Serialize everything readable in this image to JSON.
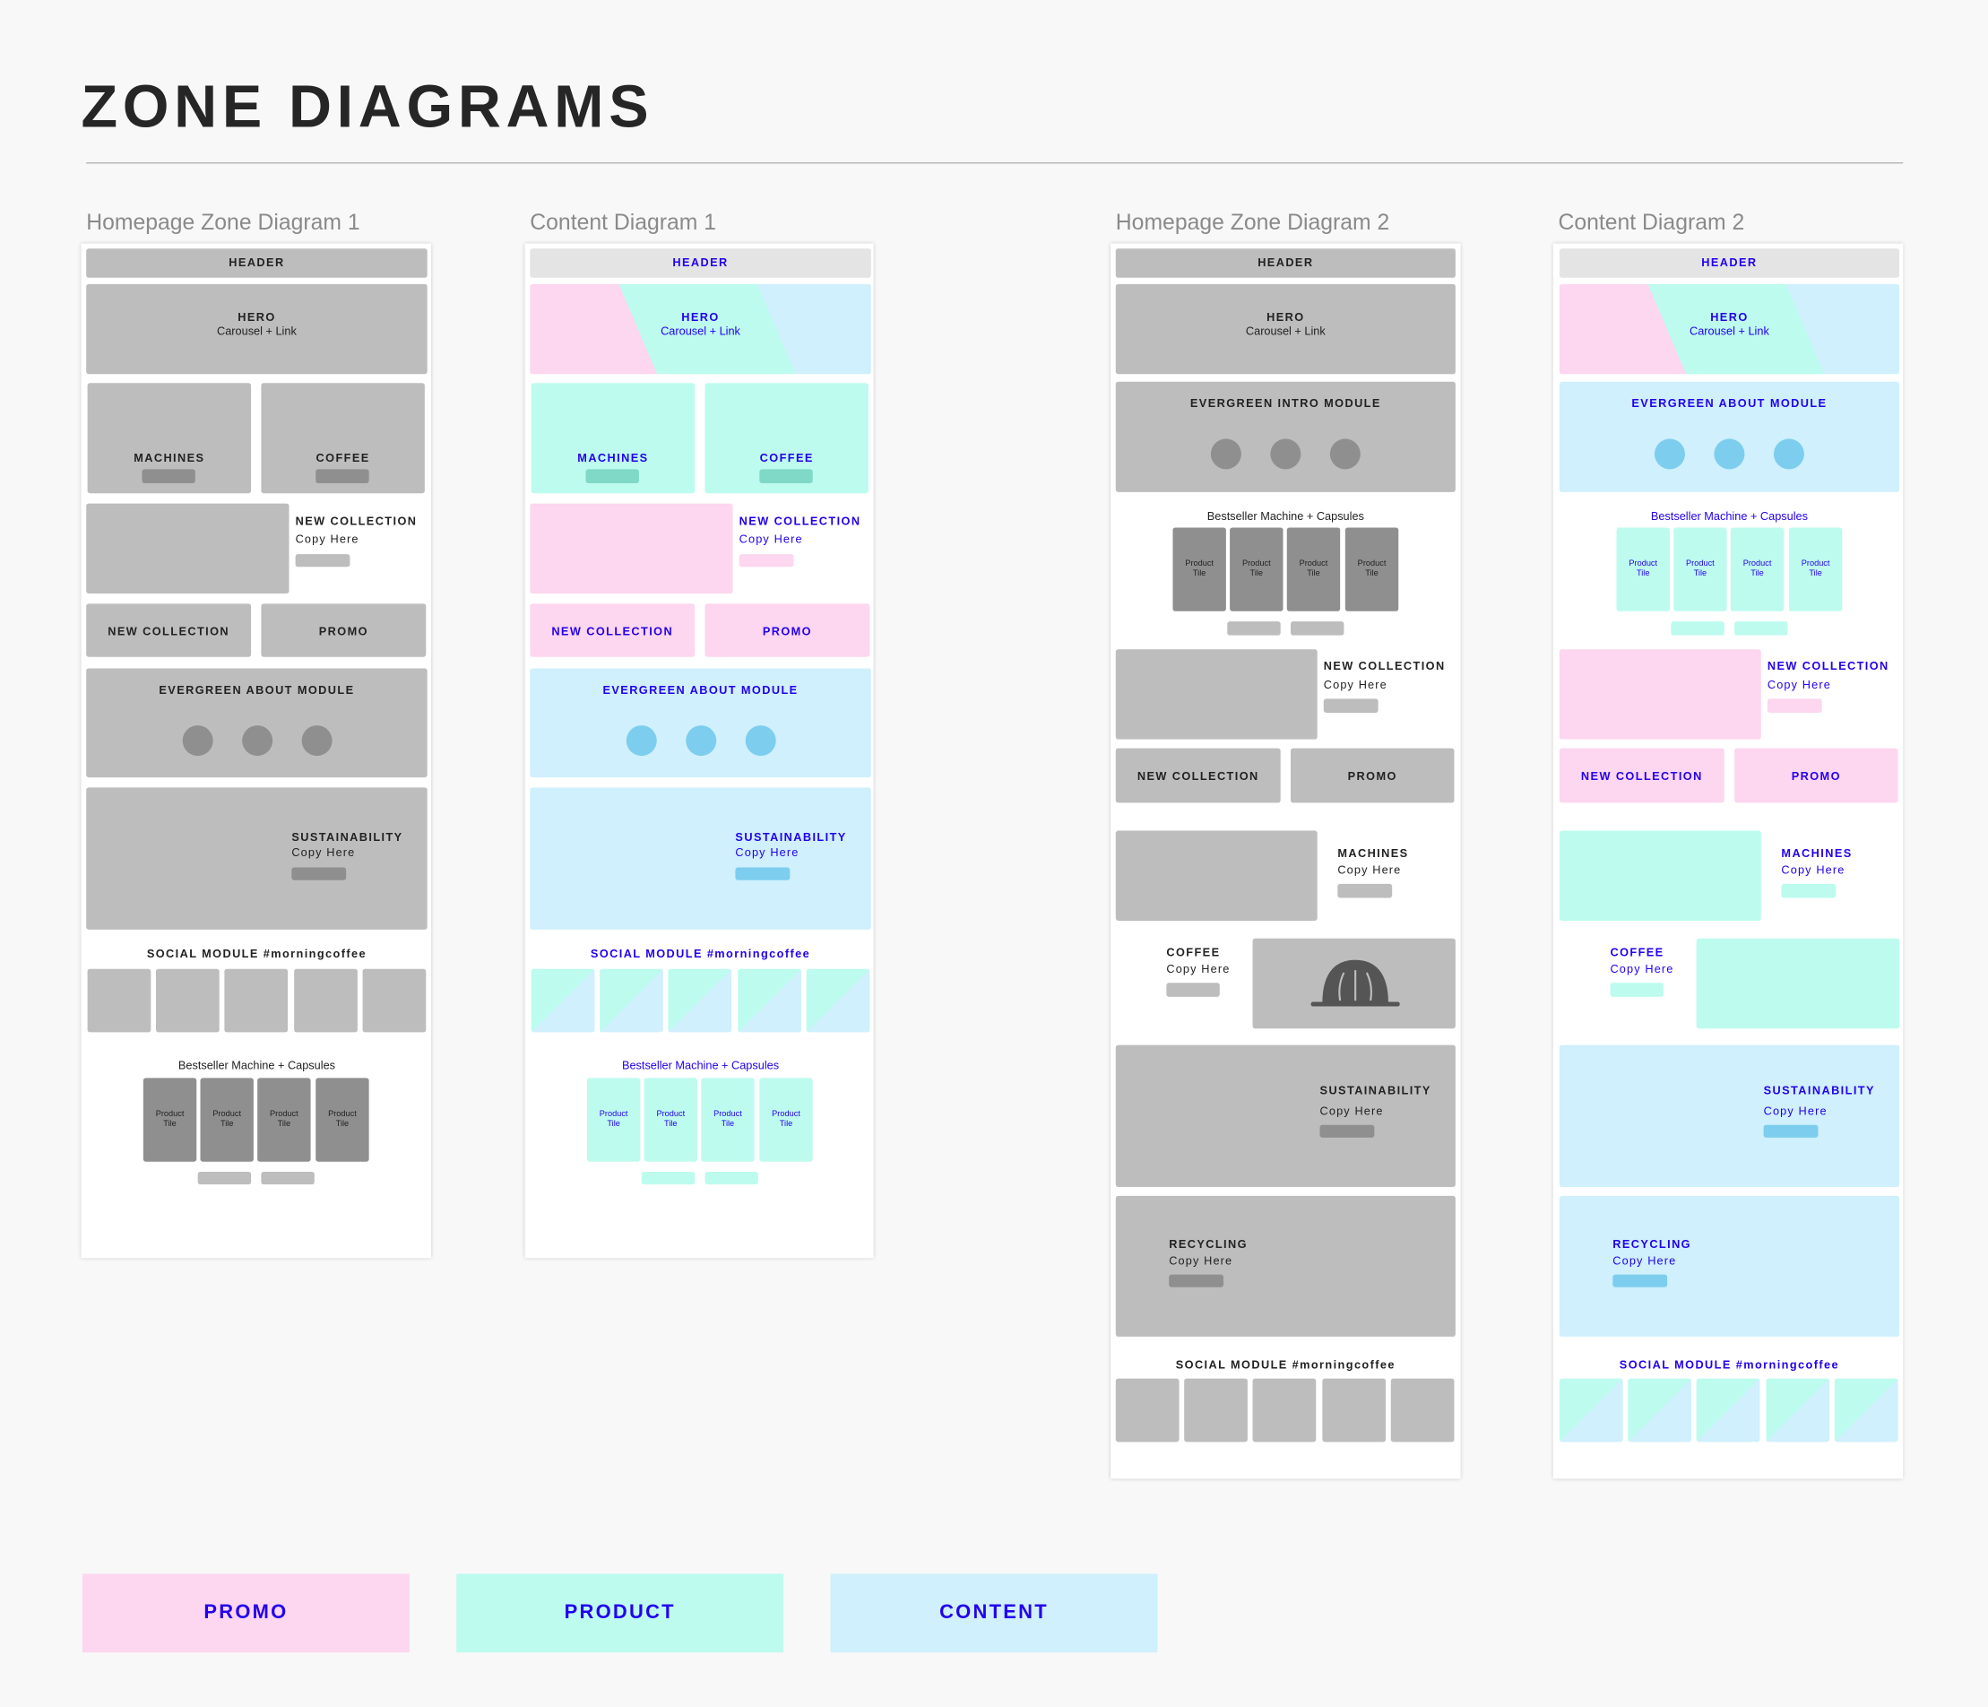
{
  "title": "ZONE DIAGRAMS",
  "colors": {
    "promo": "#fdd6ef",
    "product": "#bdfbee",
    "content": "#cff0fc",
    "zone_gray": "#bdbdbd",
    "zone_dark": "#8f8f8f",
    "label_blue": "#2200ee"
  },
  "diagrams": [
    {
      "label": "Homepage Zone Diagram 1",
      "header": "HEADER",
      "hero": "HERO",
      "hero_sub": "Carousel + Link",
      "machines": "MACHINES",
      "coffee": "COFFEE",
      "new_collection": "NEW COLLECTION",
      "copy": "Copy Here",
      "promo": "PROMO",
      "evergreen": "EVERGREEN ABOUT MODULE",
      "sustainability": "SUSTAINABILITY",
      "social": "SOCIAL MODULE #morningcoffee",
      "bestseller": "Bestseller Machine + Capsules",
      "product_tile": "Product Tile"
    },
    {
      "label": "Content Diagram 1",
      "header": "HEADER",
      "hero": "HERO",
      "hero_sub": "Carousel + Link",
      "machines": "MACHINES",
      "coffee": "COFFEE",
      "new_collection": "NEW COLLECTION",
      "copy": "Copy Here",
      "promo": "PROMO",
      "evergreen": "EVERGREEN ABOUT MODULE",
      "sustainability": "SUSTAINABILITY",
      "social": "SOCIAL MODULE #morningcoffee",
      "bestseller": "Bestseller Machine + Capsules",
      "product_tile": "Product Tile"
    },
    {
      "label": "Homepage Zone Diagram 2",
      "header": "HEADER",
      "hero": "HERO",
      "hero_sub": "Carousel + Link",
      "machines": "MACHINES",
      "coffee": "COFFEE",
      "new_collection": "NEW COLLECTION",
      "copy": "Copy Here",
      "promo": "PROMO",
      "evergreen": "EVERGREEN INTRO MODULE",
      "sustainability": "SUSTAINABILITY",
      "recycling": "RECYCLING",
      "social": "SOCIAL MODULE #morningcoffee",
      "bestseller": "Bestseller Machine + Capsules",
      "product_tile": "Product Tile"
    },
    {
      "label": "Content Diagram 2",
      "header": "HEADER",
      "hero": "HERO",
      "hero_sub": "Carousel + Link",
      "machines": "MACHINES",
      "coffee": "COFFEE",
      "new_collection": "NEW COLLECTION",
      "copy": "Copy Here",
      "promo": "PROMO",
      "evergreen": "EVERGREEN ABOUT MODULE",
      "sustainability": "SUSTAINABILITY",
      "recycling": "RECYCLING",
      "social": "SOCIAL MODULE #morningcoffee",
      "bestseller": "Bestseller Machine + Capsules",
      "product_tile": "Product Tile"
    }
  ],
  "legend": [
    {
      "label": "PROMO",
      "color": "#fdd6ef"
    },
    {
      "label": "PRODUCT",
      "color": "#bdfbee"
    },
    {
      "label": "CONTENT",
      "color": "#cff0fc"
    }
  ]
}
